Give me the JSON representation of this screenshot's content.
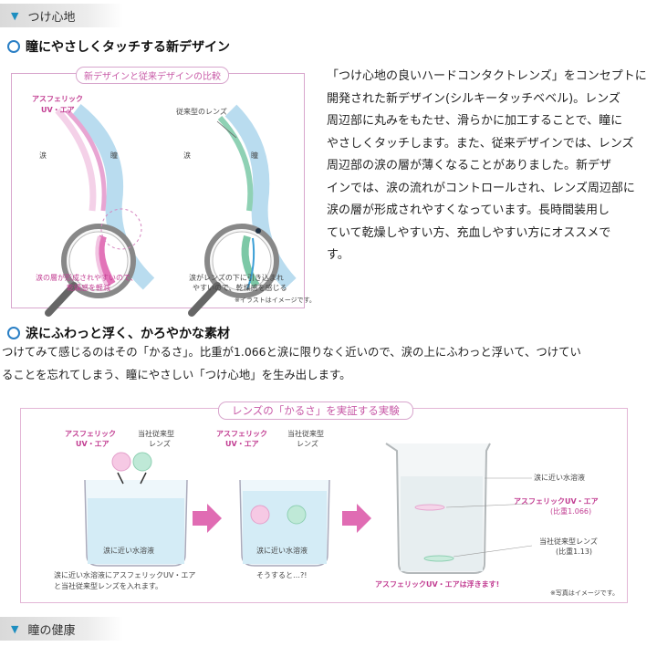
{
  "tab_fit": {
    "arrow": "▼",
    "label": "つけ心地"
  },
  "section1": {
    "heading": "瞳にやさしくタッチする新デザイン",
    "figure": {
      "title": "新デザインと従来デザインの比較",
      "left": {
        "lens_name_1": "アスフェリック",
        "lens_name_2": "UV・エア",
        "tear": "涙",
        "eye": "瞳",
        "caption_1": "涙の層が形成されやすいので、",
        "caption_2": "乾燥感を軽減"
      },
      "right": {
        "lens_name": "従来型のレンズ",
        "tear": "涙",
        "eye": "瞳",
        "caption_1": "涙がレンズの下に引き込まれ",
        "caption_2": "やすいので、乾燥感を感じる"
      },
      "note": "※イラストはイメージです。"
    },
    "body": [
      "「つけ心地の良いハードコンタクトレンズ」をコンセプトに",
      "開発された新デザイン(シルキータッチベベル)。レンズ",
      "周辺部に丸みをもたせ、滑らかに加工することで、瞳に",
      "やさしくタッチします。また、従来デザインでは、レンズ",
      "周辺部の涙の層が薄くなることがありました。新デザ",
      "インでは、涙の流れがコントロールされ、レンズ周辺部に",
      "涙の層が形成されやすくなっています。長時間装用し",
      "ていて乾燥しやすい方、充血しやすい方にオススメで",
      "す。"
    ]
  },
  "section2": {
    "heading": "涙にふわっと浮く、かろやかな素材",
    "body": [
      "つけてみて感じるのはその「かるさ」。比重が1.066と涙に限りなく近いので、涙の上にふわっと浮いて、つけてい",
      "ることを忘れてしまう、瞳にやさしい「つけ心地」を生み出します。"
    ],
    "figure": {
      "title": "レンズの「かるさ」を実証する実験",
      "step1": {
        "lens_a_1": "アスフェリック",
        "lens_a_2": "UV・エア",
        "lens_b_1": "当社従来型",
        "lens_b_2": "レンズ",
        "liquid": "涙に近い水溶液",
        "caption_1": "涙に近い水溶液にアスフェリックUV・エア",
        "caption_2": "と当社従来型レンズを入れます。"
      },
      "step2": {
        "lens_a_1": "アスフェリック",
        "lens_a_2": "UV・エア",
        "lens_b_1": "当社従来型",
        "lens_b_2": "レンズ",
        "liquid": "涙に近い水溶液",
        "caption": "そうすると…?!"
      },
      "step3": {
        "liquid": "涙に近い水溶液",
        "lens_a_1": "アスフェリックUV・エア",
        "lens_a_2": "(比重1.066)",
        "lens_b_1": "当社従来型レンズ",
        "lens_b_2": "(比重1.13)",
        "result": "アスフェリックUV・エアは浮きます!"
      },
      "note": "※写真はイメージです。"
    }
  },
  "tab_health": {
    "arrow": "▼",
    "label": "瞳の健康"
  },
  "colors": {
    "accent_blue": "#2a7fc5",
    "pink": "#c85aa7",
    "arrow": "#e06cb3"
  }
}
